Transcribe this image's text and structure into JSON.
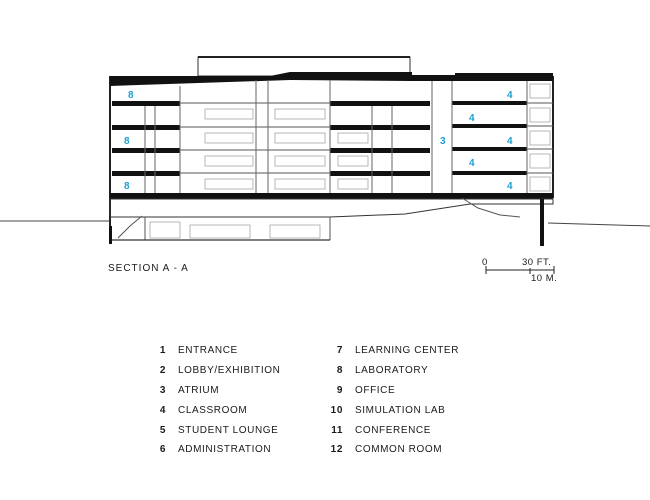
{
  "section_title": "SECTION A - A",
  "scale": {
    "zero": "0",
    "feet": "30 FT.",
    "meters": "10 M."
  },
  "room_labels": [
    "8",
    "4",
    "4",
    "8",
    "3",
    "4",
    "4",
    "8",
    "4"
  ],
  "legend": {
    "col1": [
      {
        "n": "1",
        "name": "ENTRANCE"
      },
      {
        "n": "2",
        "name": "LOBBY/EXHIBITION"
      },
      {
        "n": "3",
        "name": "ATRIUM"
      },
      {
        "n": "4",
        "name": "CLASSROOM"
      },
      {
        "n": "5",
        "name": "STUDENT LOUNGE"
      },
      {
        "n": "6",
        "name": "ADMINISTRATION"
      }
    ],
    "col2": [
      {
        "n": "7",
        "name": "LEARNING CENTER"
      },
      {
        "n": "8",
        "name": "LABORATORY"
      },
      {
        "n": "9",
        "name": "OFFICE"
      },
      {
        "n": "10",
        "name": "SIMULATION LAB"
      },
      {
        "n": "11",
        "name": "CONFERENCE"
      },
      {
        "n": "12",
        "name": "COMMON ROOM"
      }
    ]
  },
  "colors": {
    "ink": "#1a1a1a",
    "label": "#1a9fd0"
  }
}
